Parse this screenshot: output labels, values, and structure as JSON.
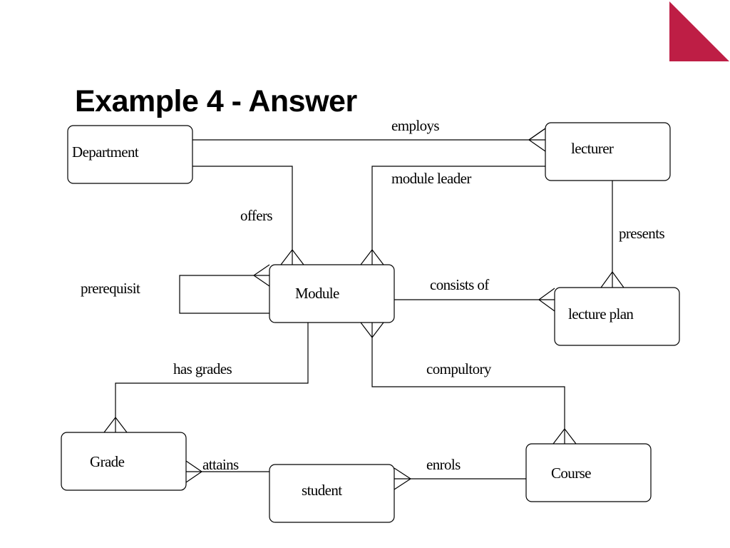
{
  "slide": {
    "title": "Example 4 - Answer",
    "accent_color": "#be1e45",
    "corner_icon": "red-triangle-icon"
  },
  "entities": {
    "department": "Department",
    "lecturer": "lecturer",
    "module": "Module",
    "lecture_plan": "lecture plan",
    "grade": "Grade",
    "student": "student",
    "course": "Course"
  },
  "relationships": {
    "employs": "employs",
    "module_leader": "module leader",
    "offers": "offers",
    "presents": "presents",
    "prerequisit": "prerequisit",
    "consists_of": "consists of",
    "has_grades": "has grades",
    "compultory": "compultory",
    "attains": "attains",
    "enrols": "enrols"
  }
}
